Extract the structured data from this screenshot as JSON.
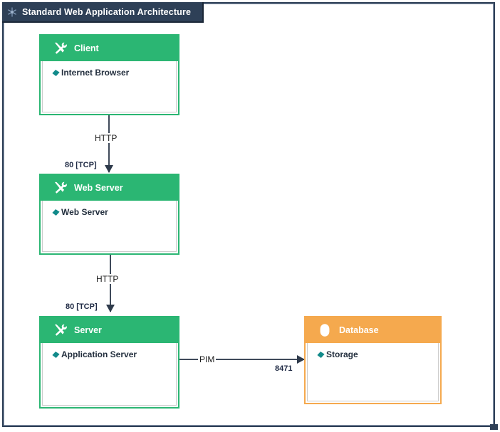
{
  "window": {
    "title": "Standard Web Application Architecture",
    "title_icon": "snowflake-icon",
    "border_color": "#2e4057"
  },
  "palette": {
    "green": "#2bb673",
    "orange": "#f5a94e",
    "bullet_teal": "#118a8a",
    "connector": "#3f4a5a",
    "title_bar": "#2e4057",
    "port_label": "#1f2a44"
  },
  "nodes": [
    {
      "id": "client",
      "title": "Client",
      "icon": "tools-icon",
      "color": "green",
      "items": [
        {
          "label": "Internet Browser",
          "bullet": "diamond-icon"
        }
      ]
    },
    {
      "id": "web-server",
      "title": "Web Server",
      "icon": "tools-icon",
      "color": "green",
      "items": [
        {
          "label": "Web Server",
          "bullet": "diamond-icon"
        }
      ]
    },
    {
      "id": "server",
      "title": "Server",
      "icon": "tools-icon",
      "color": "green",
      "items": [
        {
          "label": "Application Server",
          "bullet": "diamond-icon"
        }
      ]
    },
    {
      "id": "database",
      "title": "Database",
      "icon": "database-icon",
      "color": "orange",
      "items": [
        {
          "label": "Storage",
          "bullet": "diamond-icon"
        }
      ]
    }
  ],
  "connections": [
    {
      "id": "client-to-web-server",
      "from": "client",
      "to": "web-server",
      "protocol": "HTTP",
      "port": "80 [TCP]",
      "direction": "down"
    },
    {
      "id": "web-server-to-server",
      "from": "web-server",
      "to": "server",
      "protocol": "HTTP",
      "port": "80 [TCP]",
      "direction": "down"
    },
    {
      "id": "server-to-database",
      "from": "server",
      "to": "database",
      "protocol": "PIM",
      "port": "8471",
      "direction": "right"
    }
  ]
}
